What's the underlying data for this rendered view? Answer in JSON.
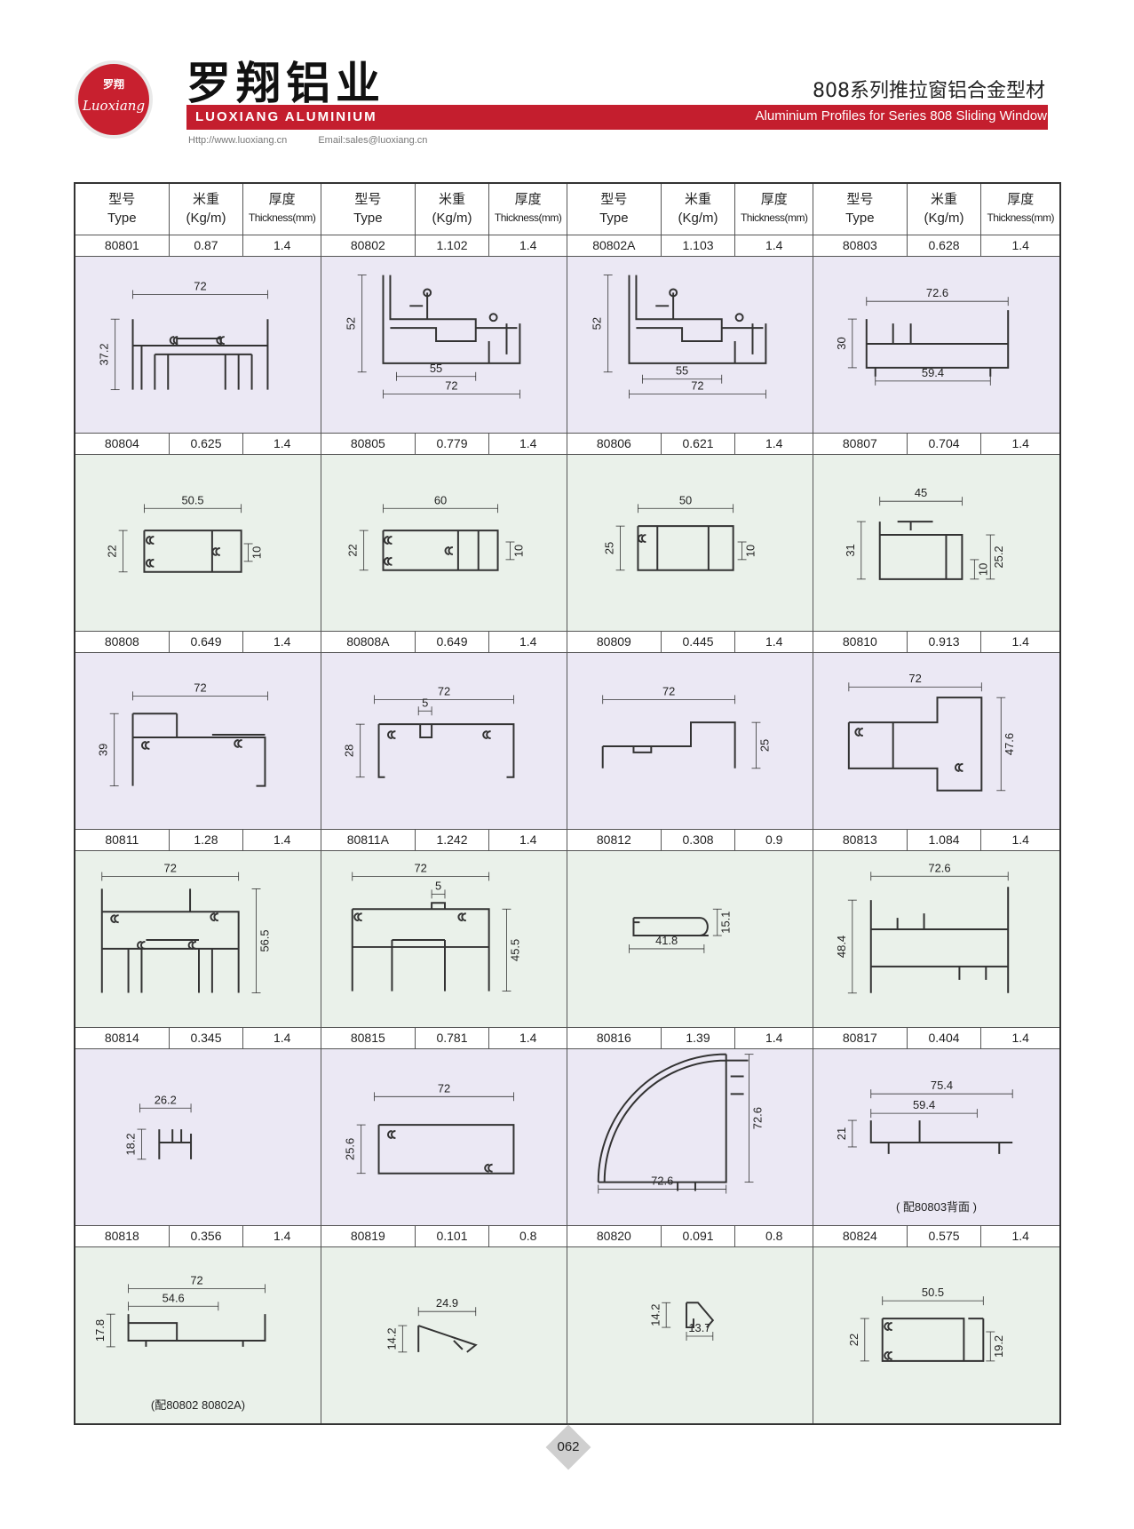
{
  "header": {
    "logo_cn": "罗翔",
    "logo_en": "Luoxiang",
    "brand_cn": "罗翔铝业",
    "brand_en": "LUOXIANG ALUMINIUM",
    "title_cn": "808系列推拉窗铝合金型材",
    "title_en": "Aluminium Profiles for Series 808 Sliding Window",
    "website": "Http://www.luoxiang.cn",
    "email": "Email:sales@luoxiang.cn"
  },
  "columns": {
    "type_cn": "型号",
    "type_en": "Type",
    "weight_cn": "米重",
    "weight_en": "(Kg/m)",
    "thickness_cn": "厚度",
    "thickness_en": "Thickness(mm)"
  },
  "rows": [
    {
      "bg": "purple",
      "items": [
        {
          "type": "80801",
          "weight": "0.87",
          "thickness": "1.4",
          "dims": [
            "72",
            "37.2"
          ],
          "note": ""
        },
        {
          "type": "80802",
          "weight": "1.102",
          "thickness": "1.4",
          "dims": [
            "52",
            "55",
            "72"
          ],
          "note": ""
        },
        {
          "type": "80802A",
          "weight": "1.103",
          "thickness": "1.4",
          "dims": [
            "52",
            "55",
            "72"
          ],
          "note": ""
        },
        {
          "type": "80803",
          "weight": "0.628",
          "thickness": "1.4",
          "dims": [
            "72.6",
            "30",
            "59.4"
          ],
          "note": ""
        }
      ]
    },
    {
      "bg": "green",
      "items": [
        {
          "type": "80804",
          "weight": "0.625",
          "thickness": "1.4",
          "dims": [
            "50.5",
            "22",
            "10"
          ],
          "note": ""
        },
        {
          "type": "80805",
          "weight": "0.779",
          "thickness": "1.4",
          "dims": [
            "60",
            "22",
            "10"
          ],
          "note": ""
        },
        {
          "type": "80806",
          "weight": "0.621",
          "thickness": "1.4",
          "dims": [
            "50",
            "25",
            "10"
          ],
          "note": ""
        },
        {
          "type": "80807",
          "weight": "0.704",
          "thickness": "1.4",
          "dims": [
            "45",
            "31",
            "10",
            "25.2"
          ],
          "note": ""
        }
      ]
    },
    {
      "bg": "purple",
      "items": [
        {
          "type": "80808",
          "weight": "0.649",
          "thickness": "1.4",
          "dims": [
            "72",
            "39"
          ],
          "note": ""
        },
        {
          "type": "80808A",
          "weight": "0.649",
          "thickness": "1.4",
          "dims": [
            "72",
            "5",
            "28"
          ],
          "note": ""
        },
        {
          "type": "80809",
          "weight": "0.445",
          "thickness": "1.4",
          "dims": [
            "72",
            "25"
          ],
          "note": ""
        },
        {
          "type": "80810",
          "weight": "0.913",
          "thickness": "1.4",
          "dims": [
            "72",
            "47.6"
          ],
          "note": ""
        }
      ]
    },
    {
      "bg": "green",
      "items": [
        {
          "type": "80811",
          "weight": "1.28",
          "thickness": "1.4",
          "dims": [
            "72",
            "56.5"
          ],
          "note": ""
        },
        {
          "type": "80811A",
          "weight": "1.242",
          "thickness": "1.4",
          "dims": [
            "72",
            "5",
            "45.5"
          ],
          "note": ""
        },
        {
          "type": "80812",
          "weight": "0.308",
          "thickness": "0.9",
          "dims": [
            "41.8",
            "15.1"
          ],
          "note": ""
        },
        {
          "type": "80813",
          "weight": "1.084",
          "thickness": "1.4",
          "dims": [
            "72.6",
            "48.4"
          ],
          "note": ""
        }
      ]
    },
    {
      "bg": "purple",
      "items": [
        {
          "type": "80814",
          "weight": "0.345",
          "thickness": "1.4",
          "dims": [
            "26.2",
            "18.2"
          ],
          "note": ""
        },
        {
          "type": "80815",
          "weight": "0.781",
          "thickness": "1.4",
          "dims": [
            "72",
            "25.6"
          ],
          "note": ""
        },
        {
          "type": "80816",
          "weight": "1.39",
          "thickness": "1.4",
          "dims": [
            "72.6",
            "72.6"
          ],
          "note": ""
        },
        {
          "type": "80817",
          "weight": "0.404",
          "thickness": "1.4",
          "dims": [
            "75.4",
            "59.4",
            "21"
          ],
          "note": "( 配80803背面 )"
        }
      ]
    },
    {
      "bg": "green",
      "items": [
        {
          "type": "80818",
          "weight": "0.356",
          "thickness": "1.4",
          "dims": [
            "72",
            "54.6",
            "17.8"
          ],
          "note": "(配80802 80802A)"
        },
        {
          "type": "80819",
          "weight": "0.101",
          "thickness": "0.8",
          "dims": [
            "24.9",
            "14.2"
          ],
          "note": ""
        },
        {
          "type": "80820",
          "weight": "0.091",
          "thickness": "0.8",
          "dims": [
            "14.2",
            "13.7"
          ],
          "note": ""
        },
        {
          "type": "80824",
          "weight": "0.575",
          "thickness": "1.4",
          "dims": [
            "50.5",
            "22",
            "19.2"
          ],
          "note": ""
        }
      ]
    }
  ],
  "page_number": "062"
}
